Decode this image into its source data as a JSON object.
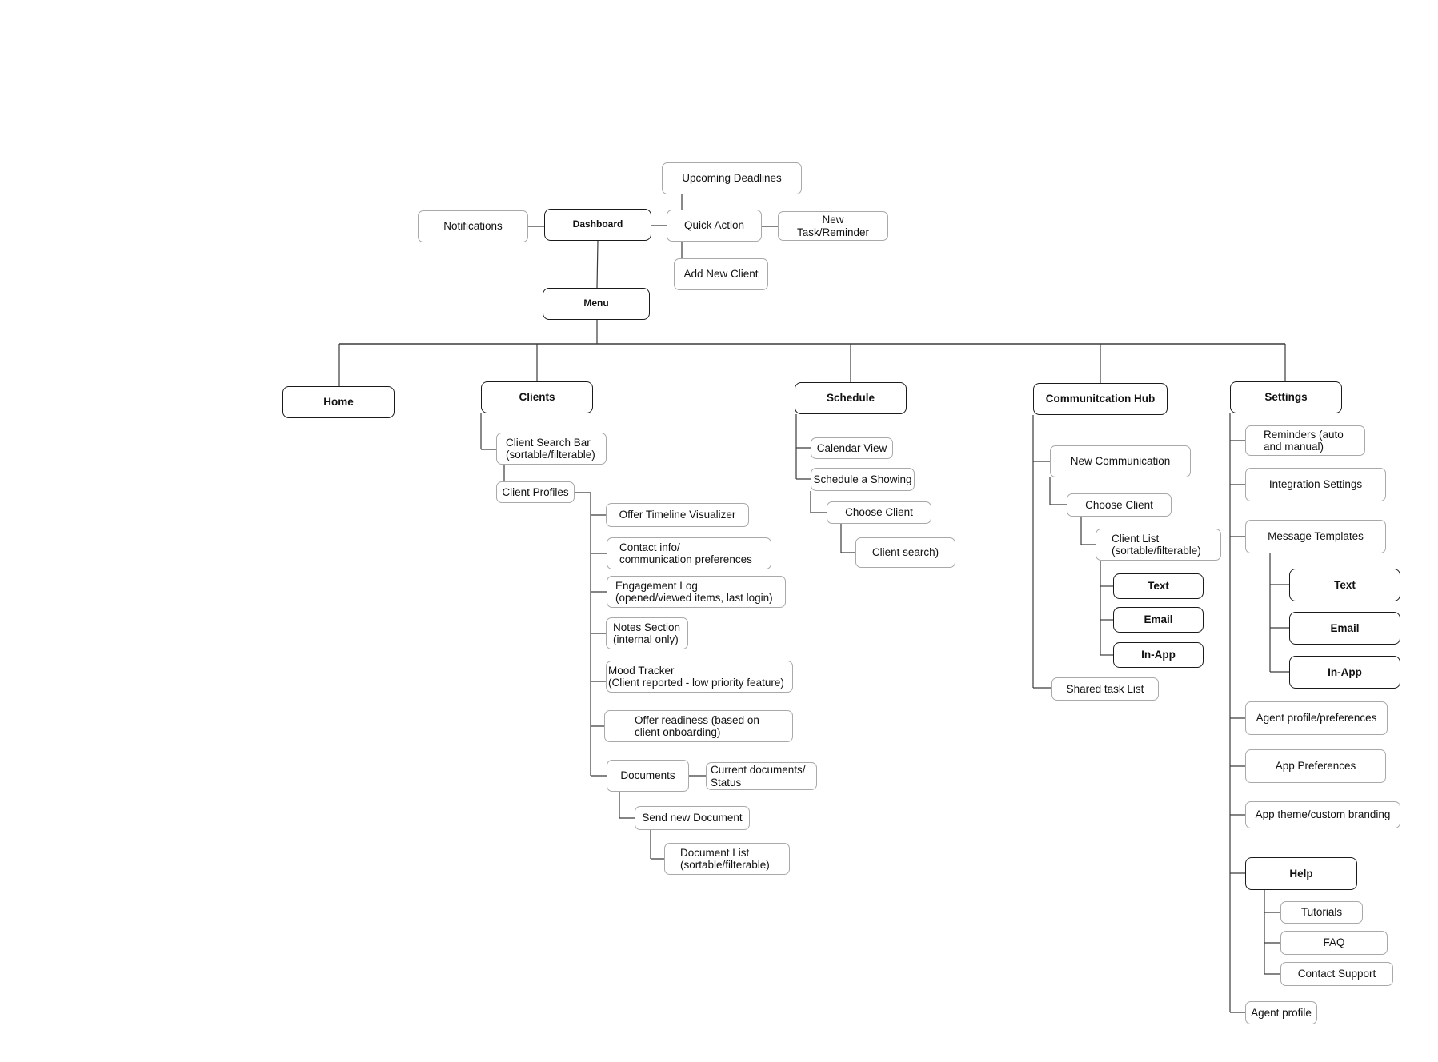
{
  "diagram": {
    "stroke_color": "#3a3a3a",
    "node_border_color": "#a9a9a9",
    "section_border_color": "#1a1a1a",
    "nodes": {
      "upcoming_deadlines": "Upcoming Deadlines",
      "notifications": "Notifications",
      "dashboard": "Dashboard",
      "quick_action": "Quick Action",
      "new_task_reminder": "New Task/Reminder",
      "add_new_client": "Add New Client",
      "menu": "Menu",
      "home": "Home",
      "clients": "Clients",
      "schedule": "Schedule",
      "communication_hub": "Communitcation Hub",
      "settings": "Settings",
      "client_search_bar": "Client Search Bar\n(sortable/filterable)",
      "client_profiles": "Client Profiles",
      "offer_timeline_visualizer": "Offer Timeline Visualizer",
      "contact_info": "Contact info/\ncommunication preferences",
      "engagement_log": "Engagement Log\n(opened/viewed items, last login)",
      "notes_section": "Notes Section\n(internal only)",
      "mood_tracker": "Mood Tracker\n(Client reported - low priority feature)",
      "offer_readiness": "Offer readiness (based on\nclient onboarding)",
      "documents": "Documents",
      "current_documents_status": "Current documents/\nStatus",
      "send_new_document": "Send new Document",
      "document_list": "Document List\n(sortable/filterable)",
      "calendar_view": "Calendar View",
      "schedule_a_showing": "Schedule a Showing",
      "choose_client_schedule": "Choose Client",
      "client_search": "Client search)",
      "new_communication": "New Communication",
      "choose_client_comm": "Choose Client",
      "client_list": "Client List\n(sortable/filterable)",
      "comm_text": "Text",
      "comm_email": "Email",
      "comm_in_app": "In-App",
      "shared_task_list": "Shared task List",
      "reminders": "Reminders (auto\nand manual)",
      "integration_settings": "Integration Settings",
      "message_templates": "Message Templates",
      "template_text": "Text",
      "template_email": "Email",
      "template_in_app": "In-App",
      "agent_profile_preferences": "Agent profile/preferences",
      "app_preferences": "App Preferences",
      "app_theme": "App theme/custom branding",
      "help": "Help",
      "tutorials": "Tutorials",
      "faq": "FAQ",
      "contact_support": "Contact Support",
      "agent_profile": "Agent profile"
    }
  }
}
